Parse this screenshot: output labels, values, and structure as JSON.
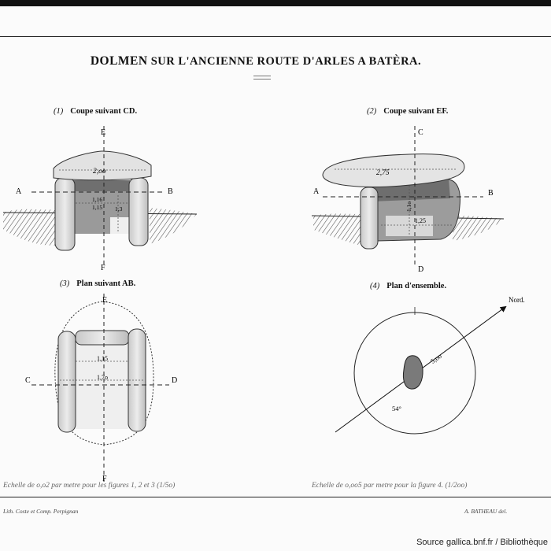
{
  "title": {
    "lead": "DOLMEN",
    "rest": "SUR L'ANCIENNE ROUTE D'ARLES A BATÈRA."
  },
  "figures": {
    "fig1": {
      "number": "(1)",
      "caption": "Coupe suivant CD.",
      "axis_top": "E",
      "axis_bottom": "F",
      "axis_left": "A",
      "axis_right": "B",
      "dim_top": "2,oo",
      "dim_inner_1": "1,16",
      "dim_inner_2": "1,15",
      "dim_inner_3": "1,3"
    },
    "fig2": {
      "number": "(2)",
      "caption": "Coupe suivant EF.",
      "axis_top": "C",
      "axis_bottom": "D",
      "axis_left": "A",
      "axis_right": "B",
      "dim_top": "2,75",
      "dim_height": "1,1o",
      "dim_width": "1,25"
    },
    "fig3": {
      "number": "(3)",
      "caption": "Plan suivant AB.",
      "axis_top": "E",
      "axis_bottom": "F",
      "axis_left": "C",
      "axis_right": "D",
      "dim_1": "1,15",
      "dim_2": "1,7o"
    },
    "fig4": {
      "number": "(4)",
      "caption": "Plan d'ensemble.",
      "north": "Nord.",
      "radius_label": "5,oo",
      "angle_label": "54°"
    }
  },
  "scale_notes": {
    "left": "Echelle de o,o2 par metre pour les figures 1, 2 et 3 (1/5o)",
    "right": "Echelle de o,oo5 par metre pour la figure 4. (1/2oo)"
  },
  "credits": {
    "left": "Lith. Coste et Comp. Perpignan",
    "right": "A. BATHEAU del."
  },
  "source": "Source gallica.bnf.fr / Bibliothèque"
}
